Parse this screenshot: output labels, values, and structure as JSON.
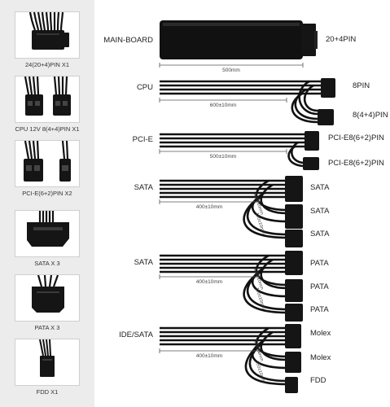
{
  "connectors": [
    {
      "caption": "24(20+4)PIN X1",
      "icon": "atx-24pin-connector-icon"
    },
    {
      "caption": "CPU 12V 8(4+4)PIN X1",
      "icon": "cpu-8pin-connector-icon"
    },
    {
      "caption": "PCI-E(6+2)PIN X2",
      "icon": "pcie-connector-icon"
    },
    {
      "caption": "SATA X 3",
      "icon": "sata-connector-icon"
    },
    {
      "caption": "PATA X 3",
      "icon": "pata-connector-icon"
    },
    {
      "caption": "FDD X1",
      "icon": "fdd-connector-icon"
    }
  ],
  "cables": {
    "mainboard": {
      "name": "MAIN-BOARD",
      "length": "500mm",
      "ends": [
        "20+4PIN"
      ]
    },
    "cpu": {
      "name": "CPU",
      "length": "600±10mm",
      "ends": [
        "8PIN",
        "8(4+4)PIN"
      ]
    },
    "pcie": {
      "name": "PCI-E",
      "length": "500±10mm",
      "ends": [
        "PCI-E8(6+2)PIN",
        "PCI-E8(6+2)PIN"
      ]
    },
    "sata1": {
      "name": "SATA",
      "length": "400±10mm",
      "spacing": [
        "150±10mm",
        "150±10mm"
      ],
      "ends": [
        "SATA",
        "SATA",
        "SATA"
      ]
    },
    "sata2": {
      "name": "SATA",
      "length": "400±10mm",
      "spacing": [
        "150±10mm",
        "150±10mm"
      ],
      "ends": [
        "PATA",
        "PATA",
        "PATA"
      ]
    },
    "idesata": {
      "name": "IDE/SATA",
      "length": "400±10mm",
      "spacing": [
        "150±10mm",
        "150±10mm"
      ],
      "ends": [
        "Molex",
        "Molex",
        "FDD"
      ]
    }
  }
}
